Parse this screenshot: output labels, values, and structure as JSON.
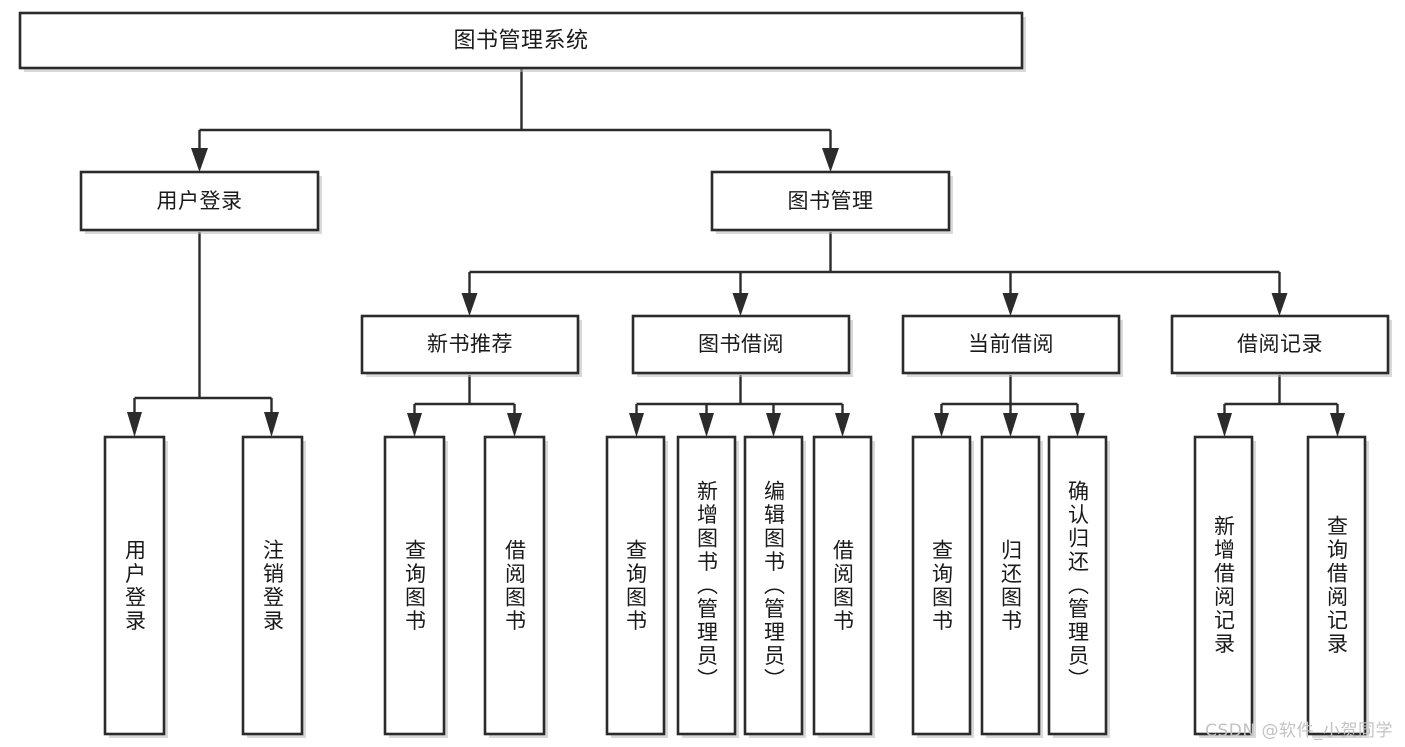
{
  "diagram": {
    "type": "hierarchy-tree",
    "title": "图书管理系统",
    "watermark": "CSDN @软件_小贺同学",
    "colors": {
      "box_fill": "#ffffff",
      "box_stroke": "#2b2b2b",
      "text": "#1a1a1a",
      "background": "#ffffff",
      "watermark": "#c3c3c3"
    },
    "root": {
      "label": "图书管理系统",
      "name": "node-root-library-system"
    },
    "level2": [
      {
        "label": "用户登录",
        "name": "node-user-login"
      },
      {
        "label": "图书管理",
        "name": "node-book-management"
      }
    ],
    "level3": [
      {
        "label": "新书推荐",
        "name": "node-new-book-recommend"
      },
      {
        "label": "图书借阅",
        "name": "node-book-borrow"
      },
      {
        "label": "当前借阅",
        "name": "node-current-borrow"
      },
      {
        "label": "借阅记录",
        "name": "node-borrow-record"
      }
    ],
    "leaves": {
      "user_login": [
        {
          "label": "用户登录",
          "name": "leaf-user-login"
        },
        {
          "label": "注销登录",
          "name": "leaf-logout"
        }
      ],
      "new_book_recommend": [
        {
          "label": "查询图书",
          "name": "leaf-query-book-recommend"
        },
        {
          "label": "借阅图书",
          "name": "leaf-borrow-book-recommend"
        }
      ],
      "book_borrow": [
        {
          "label": "查询图书",
          "name": "leaf-query-book-borrow"
        },
        {
          "label": "新增图书（管理员）",
          "name": "leaf-add-book-admin"
        },
        {
          "label": "编辑图书（管理员）",
          "name": "leaf-edit-book-admin"
        },
        {
          "label": "借阅图书",
          "name": "leaf-borrow-book"
        }
      ],
      "current_borrow": [
        {
          "label": "查询图书",
          "name": "leaf-query-book-current"
        },
        {
          "label": "归还图书",
          "name": "leaf-return-book"
        },
        {
          "label": "确认归还（管理员）",
          "name": "leaf-confirm-return-admin"
        }
      ],
      "borrow_record": [
        {
          "label": "新增借阅记录",
          "name": "leaf-add-borrow-record"
        },
        {
          "label": "查询借阅记录",
          "name": "leaf-query-borrow-record"
        }
      ]
    }
  }
}
